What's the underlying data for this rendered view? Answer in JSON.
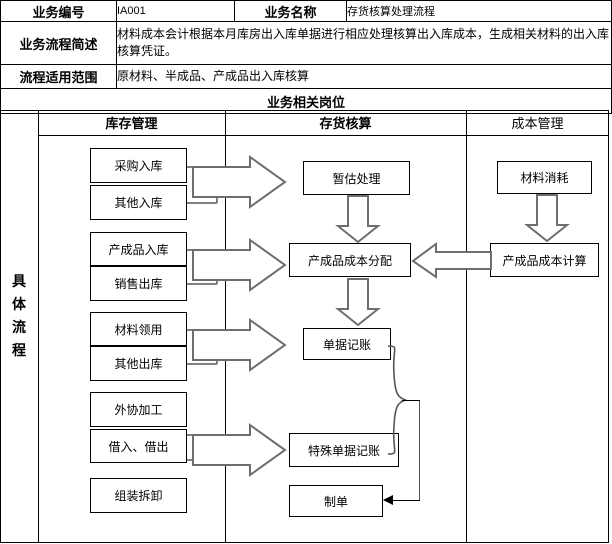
{
  "info": {
    "rows": [
      {
        "label": "业务编号",
        "value": "IA001",
        "label2": "业务名称",
        "value2": "存货核算处理流程"
      },
      {
        "label": "业务流程简述",
        "value": "材料成本会计根据本月库房出入库单据进行相应处理核算出入库成本，生成相关材料的出入库核算凭证。"
      },
      {
        "label": "流程适用范围",
        "value": "原材料、半成品、产成品出入库核算"
      }
    ],
    "banner": "业务相关岗位"
  },
  "diagram": {
    "row_label": "具体流程",
    "columns": [
      {
        "name": "col-inventory-management",
        "title": "库存管理"
      },
      {
        "name": "col-inventory-accounting",
        "title": "存货核算"
      },
      {
        "name": "col-cost-management",
        "title": "成本管理"
      }
    ],
    "left_boxes": [
      {
        "label": "采购入库"
      },
      {
        "label": "其他入库"
      },
      {
        "label": "产成品入库"
      },
      {
        "label": "销售出库"
      },
      {
        "label": "材料领用"
      },
      {
        "label": "其他出库"
      },
      {
        "label": "外协加工"
      },
      {
        "label": "借入、借出"
      },
      {
        "label": "组装拆卸"
      }
    ],
    "mid_boxes": [
      {
        "label": "暂估处理"
      },
      {
        "label": "产成品成本分配"
      },
      {
        "label": "单据记账"
      },
      {
        "label": "特殊单据记账"
      },
      {
        "label": "制单"
      }
    ],
    "right_boxes": [
      {
        "label": "材料消耗"
      },
      {
        "label": "产成品成本计算"
      }
    ]
  },
  "colors": {
    "line": "#000000",
    "connector": "#808080",
    "background": "#ffffff"
  }
}
